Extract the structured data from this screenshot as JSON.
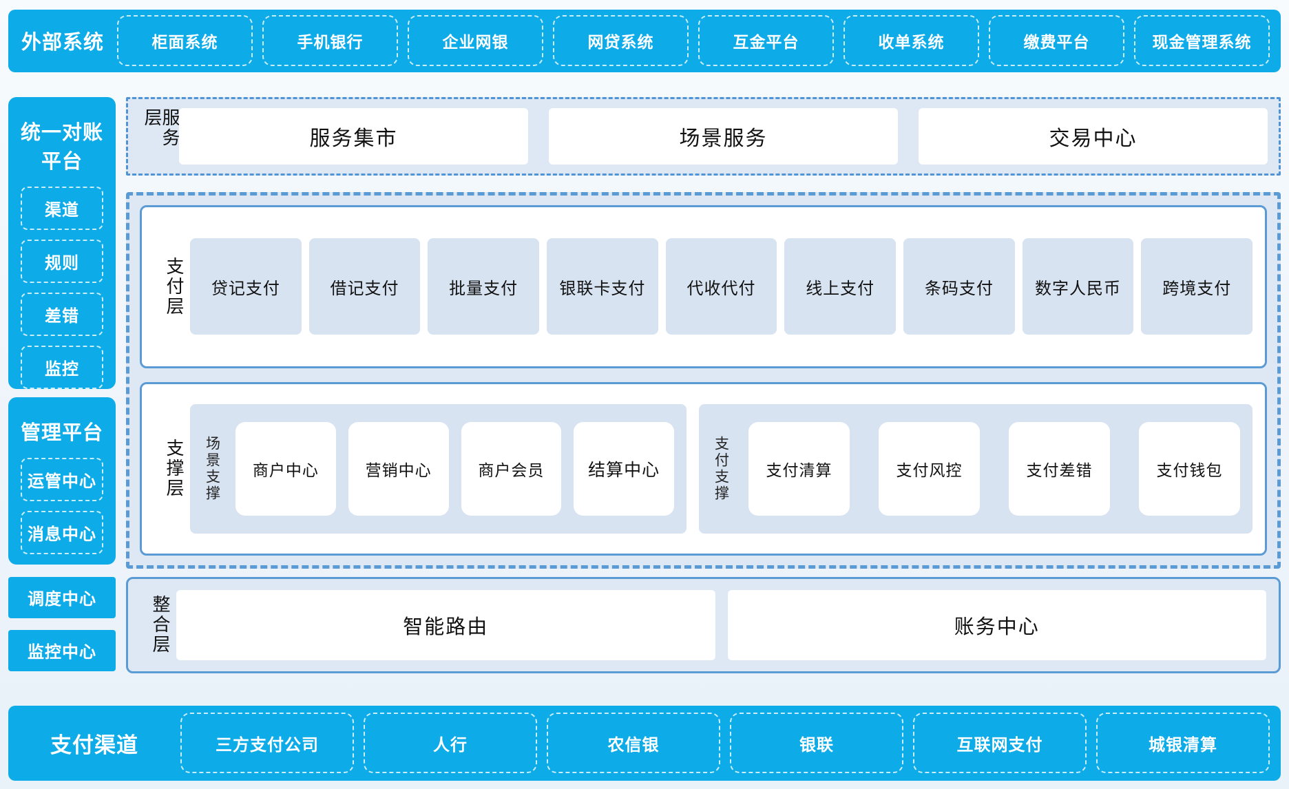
{
  "colors": {
    "bright_blue": "#0eabe9",
    "border_blue": "#5b9bd5",
    "panel_bg": "#dde8f4",
    "group_bg": "#d8e3f1",
    "text_dark": "#1a1a1a",
    "white": "#ffffff"
  },
  "external_systems": {
    "label": "外部系统",
    "items": [
      "柜面系统",
      "手机银行",
      "企业网银",
      "网贷系统",
      "互金平台",
      "收单系统",
      "缴费平台",
      "现金管理系统"
    ]
  },
  "sidebar": {
    "reconciliation": {
      "title": "统一对账平台",
      "items": [
        "渠道",
        "规则",
        "差错",
        "监控"
      ]
    },
    "management": {
      "title": "管理平台",
      "items": [
        "运管中心",
        "消息中心"
      ]
    },
    "solo_blocks": [
      "调度中心",
      "监控中心"
    ]
  },
  "service_layer": {
    "label": "服务层",
    "items": [
      "服务集市",
      "场景服务",
      "交易中心"
    ]
  },
  "payment_layer": {
    "label": "支付层",
    "items": [
      "贷记支付",
      "借记支付",
      "批量支付",
      "银联卡支付",
      "代收代付",
      "线上支付",
      "条码支付",
      "数字人民币",
      "跨境支付"
    ]
  },
  "support_layer": {
    "label": "支撑层",
    "groups": [
      {
        "label": "场景支撑",
        "items": [
          "商户中心",
          "营销中心",
          "商户会员",
          "结算中心"
        ]
      },
      {
        "label": "支付支撑",
        "items": [
          "支付清算",
          "支付风控",
          "支付差错",
          "支付钱包"
        ]
      }
    ]
  },
  "integration_layer": {
    "label": "整合层",
    "items": [
      "智能路由",
      "账务中心"
    ]
  },
  "payment_channels": {
    "label": "支付渠道",
    "items": [
      "三方支付公司",
      "人行",
      "农信银",
      "银联",
      "互联网支付",
      "城银清算"
    ]
  }
}
